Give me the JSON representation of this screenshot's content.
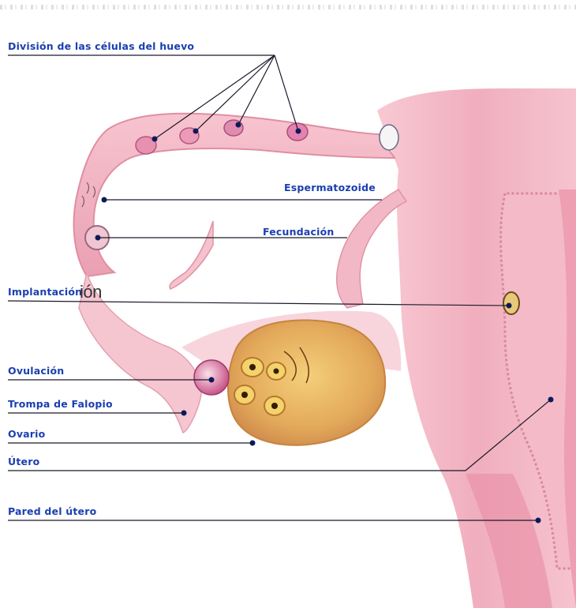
{
  "colors": {
    "label_text": "#1b3fb0",
    "leader_line": "#1a1a2a",
    "marker_dot": "#0d1a5a",
    "tissue": "#f2b8c4",
    "tissue_dark": "#dc8497",
    "uterus_lining": "#e89aab",
    "ovary": "#e8b860",
    "stray_text": "#333333"
  },
  "labels": {
    "division": "División de las células del huevo",
    "espermatozoide": "Espermatozoide",
    "fecundacion": "Fecundación",
    "implantacion": "Implantación",
    "ovulacion": "Ovulación",
    "trompa": "Trompa de Falopio",
    "ovario": "Ovario",
    "utero": "Útero",
    "pared": "Pared del útero"
  },
  "stray_text": "ión"
}
